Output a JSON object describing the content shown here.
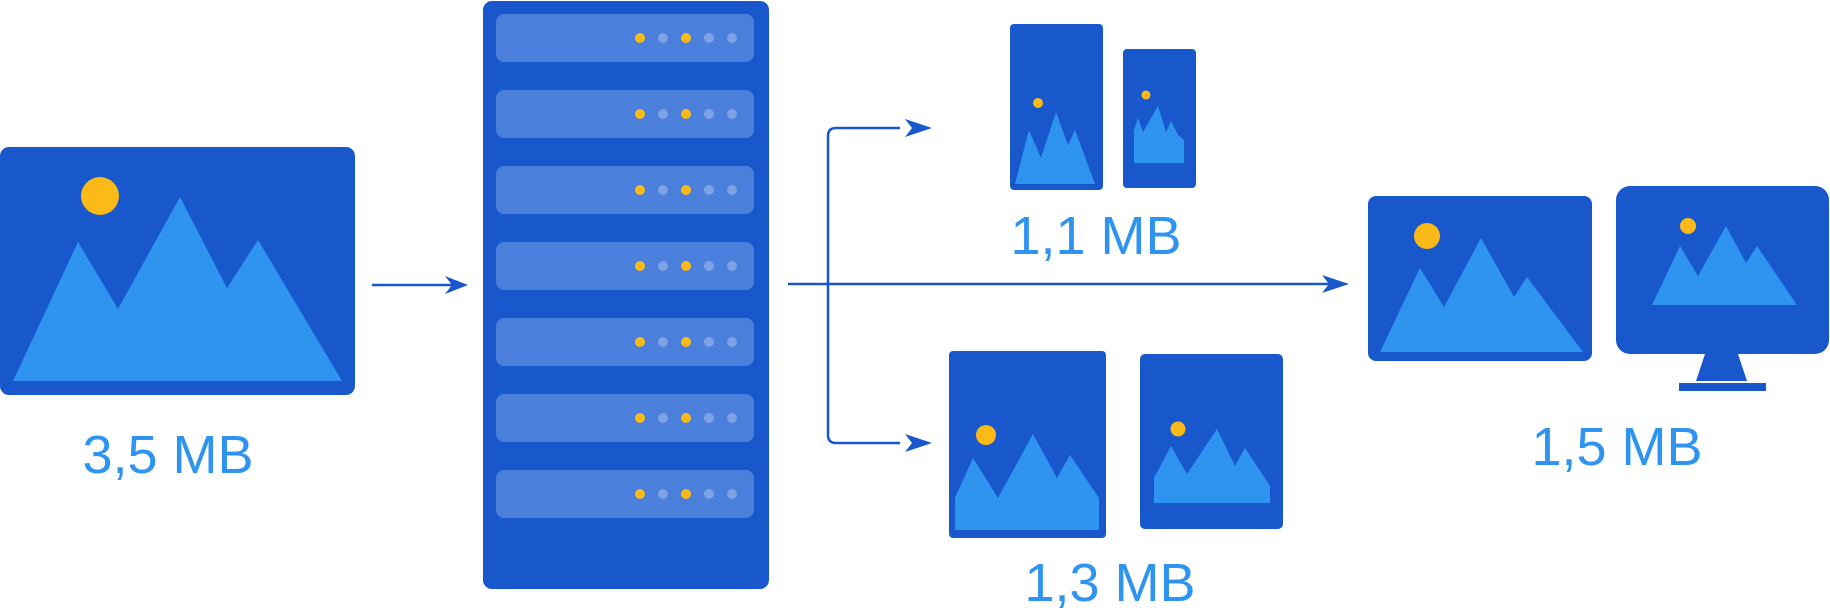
{
  "colors": {
    "dark_blue": "#1858cc",
    "light_blue": "#2f93f0",
    "sun": "#fbba17",
    "slot": "#4a7fdb",
    "led_dim": "#7ea2e6",
    "arrow": "#1858cc",
    "label": "#2f93f0"
  },
  "labels": {
    "original": "3,5 MB",
    "phones": "1,1 MB",
    "tablets": "1,3 MB",
    "desktops": "1,5 MB"
  },
  "server": {
    "slots": 7,
    "leds": [
      "on",
      "off",
      "on",
      "off",
      "off"
    ]
  },
  "icons": {
    "original": "landscape-image-icon",
    "server": "server-rack-icon",
    "phones": [
      "phone-image-icon",
      "phone-image-icon"
    ],
    "tablets": [
      "tablet-image-icon",
      "tablet-image-icon"
    ],
    "desktops": [
      "laptop-screen-image-icon",
      "monitor-image-icon"
    ]
  }
}
